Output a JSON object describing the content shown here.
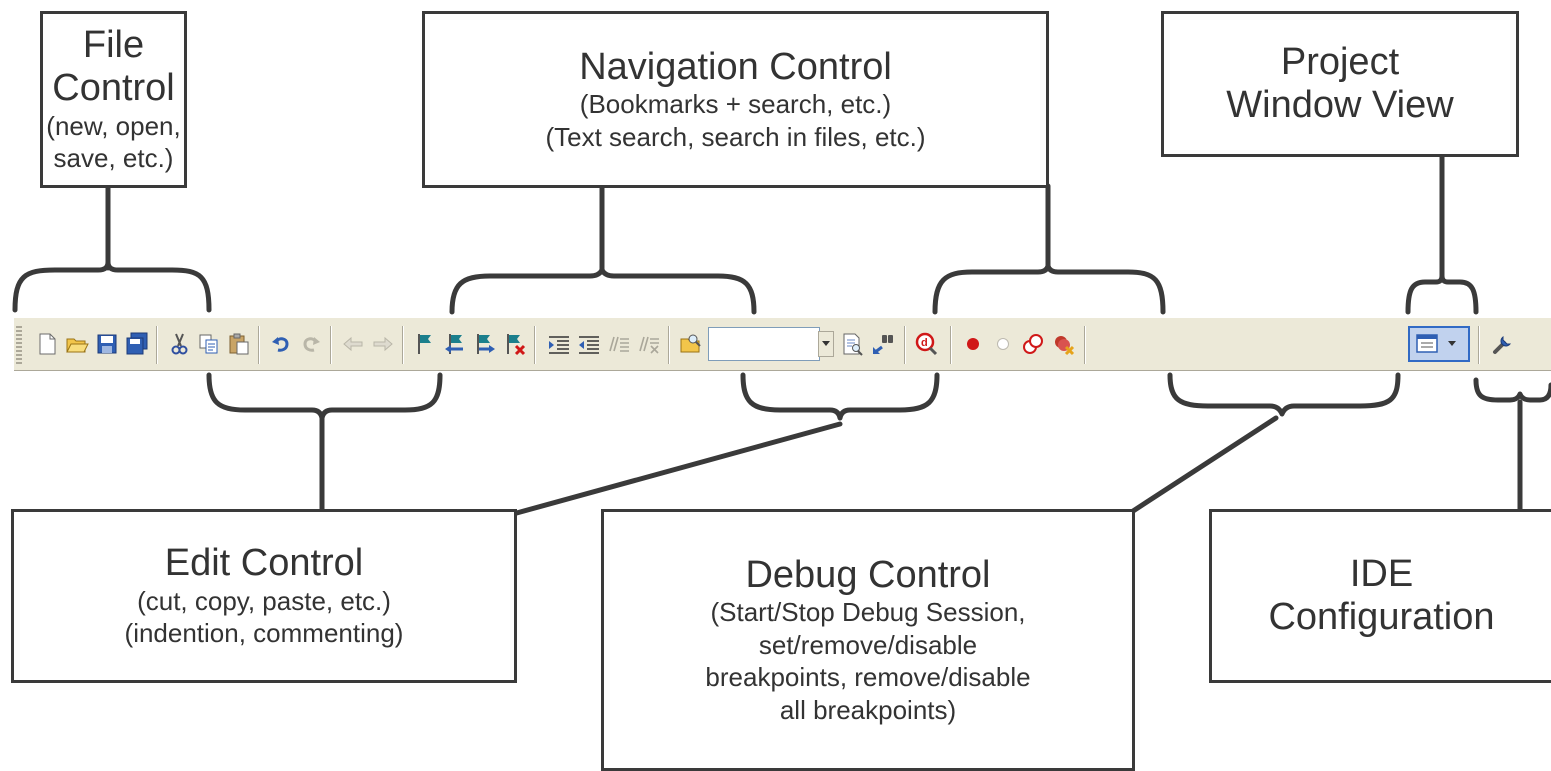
{
  "callouts": {
    "file": {
      "title": "File Control",
      "sub": [
        "(new, open,",
        "save, etc.)"
      ]
    },
    "nav": {
      "title": "Navigation Control",
      "sub": [
        "(Bookmarks + search, etc.)",
        "(Text search, search in files, etc.)"
      ]
    },
    "project": {
      "title": [
        "Project",
        "Window View"
      ]
    },
    "edit": {
      "title": "Edit Control",
      "sub": [
        "(cut, copy, paste, etc.)",
        "(indention, commenting)"
      ]
    },
    "debug": {
      "title": "Debug Control",
      "sub": [
        "(Start/Stop Debug Session,",
        "set/remove/disable",
        "breakpoints, remove/disable",
        "all breakpoints)"
      ]
    },
    "ide": {
      "title": [
        "IDE",
        "Configuration"
      ]
    }
  },
  "toolbar": {
    "buttons": [
      {
        "name": "new-file-icon",
        "group": "file"
      },
      {
        "name": "open-file-icon",
        "group": "file"
      },
      {
        "name": "save-icon",
        "group": "file"
      },
      {
        "name": "save-all-icon",
        "group": "file"
      },
      {
        "name": "cut-icon",
        "group": "edit"
      },
      {
        "name": "copy-icon",
        "group": "edit"
      },
      {
        "name": "paste-icon",
        "group": "edit"
      },
      {
        "name": "undo-icon",
        "group": "edit"
      },
      {
        "name": "redo-icon",
        "group": "edit",
        "disabled": true
      },
      {
        "name": "navigate-back-icon",
        "group": "nav",
        "disabled": true
      },
      {
        "name": "navigate-forward-icon",
        "group": "nav",
        "disabled": true
      },
      {
        "name": "toggle-bookmark-icon",
        "group": "nav"
      },
      {
        "name": "previous-bookmark-icon",
        "group": "nav"
      },
      {
        "name": "next-bookmark-icon",
        "group": "nav"
      },
      {
        "name": "clear-bookmarks-icon",
        "group": "nav"
      },
      {
        "name": "indent-icon",
        "group": "edit"
      },
      {
        "name": "unindent-icon",
        "group": "edit"
      },
      {
        "name": "comment-icon",
        "group": "edit",
        "disabled": true
      },
      {
        "name": "uncomment-icon",
        "group": "edit",
        "disabled": true
      },
      {
        "name": "find-in-files-icon",
        "group": "nav"
      },
      {
        "name": "find-icon",
        "group": "nav"
      },
      {
        "name": "incremental-find-icon",
        "group": "nav"
      },
      {
        "name": "start-debug-icon",
        "group": "debug"
      },
      {
        "name": "insert-breakpoint-icon",
        "group": "debug"
      },
      {
        "name": "enable-breakpoint-icon",
        "group": "debug"
      },
      {
        "name": "disable-breakpoints-icon",
        "group": "debug"
      },
      {
        "name": "kill-breakpoints-icon",
        "group": "debug"
      },
      {
        "name": "project-window-view-icon",
        "group": "project"
      },
      {
        "name": "configure-icon",
        "group": "ide"
      }
    ]
  },
  "colors": {
    "toolbar_bg": "#ece9d8",
    "box_border": "#3a3a3a",
    "breakpoint_red": "#d01818",
    "bookmark_teal": "#1b7f8c"
  }
}
